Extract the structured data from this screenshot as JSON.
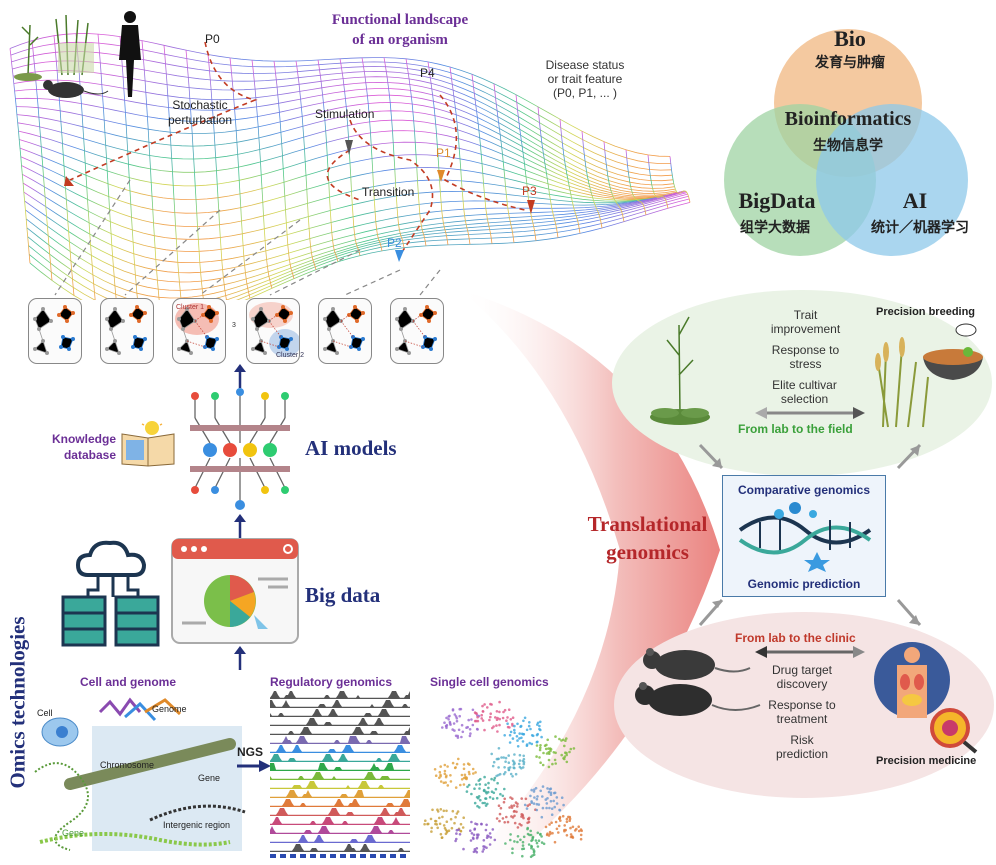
{
  "landscape": {
    "title_line1": "Functional landscape",
    "title_line2": "of an organism",
    "points": {
      "p0": "P0",
      "p1": "P1",
      "p2": "P2",
      "p3": "P3",
      "p4": "P4"
    },
    "stochastic": "Stochastic\nperturbation",
    "stimulation": "Stimulation",
    "transition": "Transition",
    "disease_line1": "Disease status",
    "disease_line2": "or trait feature",
    "disease_line3": "(P0, P1, ... )"
  },
  "venn": {
    "bio": "Bio",
    "bio_cn": "发育与肿瘤",
    "bioinformatics": "Bioinformatics",
    "bioinformatics_cn": "生物信息学",
    "bigdata": "BigData",
    "bigdata_cn": "组学大数据",
    "ai": "AI",
    "ai_cn": "统计／机器学习",
    "colors": {
      "bio": "#f2c08f",
      "bigdata": "#9fd3a3",
      "ai": "#8ec8ea"
    }
  },
  "network_panels": {
    "cluster1": "Cluster 1",
    "cluster2": "Cluster 2",
    "cluster3": "3"
  },
  "layers": {
    "knowledge_line1": "Knowledge",
    "knowledge_line2": "database",
    "ai_models": "AI models",
    "big_data": "Big data",
    "omics": "Omics technologies"
  },
  "omics": {
    "cell_and_genome": "Cell and genome",
    "regulatory_genomics": "Regulatory genomics",
    "single_cell_genomics": "Single cell genomics",
    "ngs": "NGS",
    "cell": "Cell",
    "genome": "Genome",
    "chromosome": "Chromosome",
    "gene": "Gene",
    "gene2": "Gene",
    "intergenic": "Intergenic region"
  },
  "translational": {
    "line1": "Translational",
    "line2": "genomics",
    "comparative": "Comparative genomics",
    "prediction": "Genomic prediction"
  },
  "breeding": {
    "trait_line1": "Trait",
    "trait_line2": "improvement",
    "stress_line1": "Response to",
    "stress_line2": "stress",
    "elite_line1": "Elite cultivar",
    "elite_line2": "selection",
    "lab_field": "From lab to the field",
    "precision_breeding": "Precision breeding"
  },
  "medicine": {
    "lab_clinic": "From lab to the clinic",
    "drug_line1": "Drug target",
    "drug_line2": "discovery",
    "treat_line1": "Response to",
    "treat_line2": "treatment",
    "risk_line1": "Risk",
    "risk_line2": "prediction",
    "precision_medicine": "Precision medicine"
  }
}
